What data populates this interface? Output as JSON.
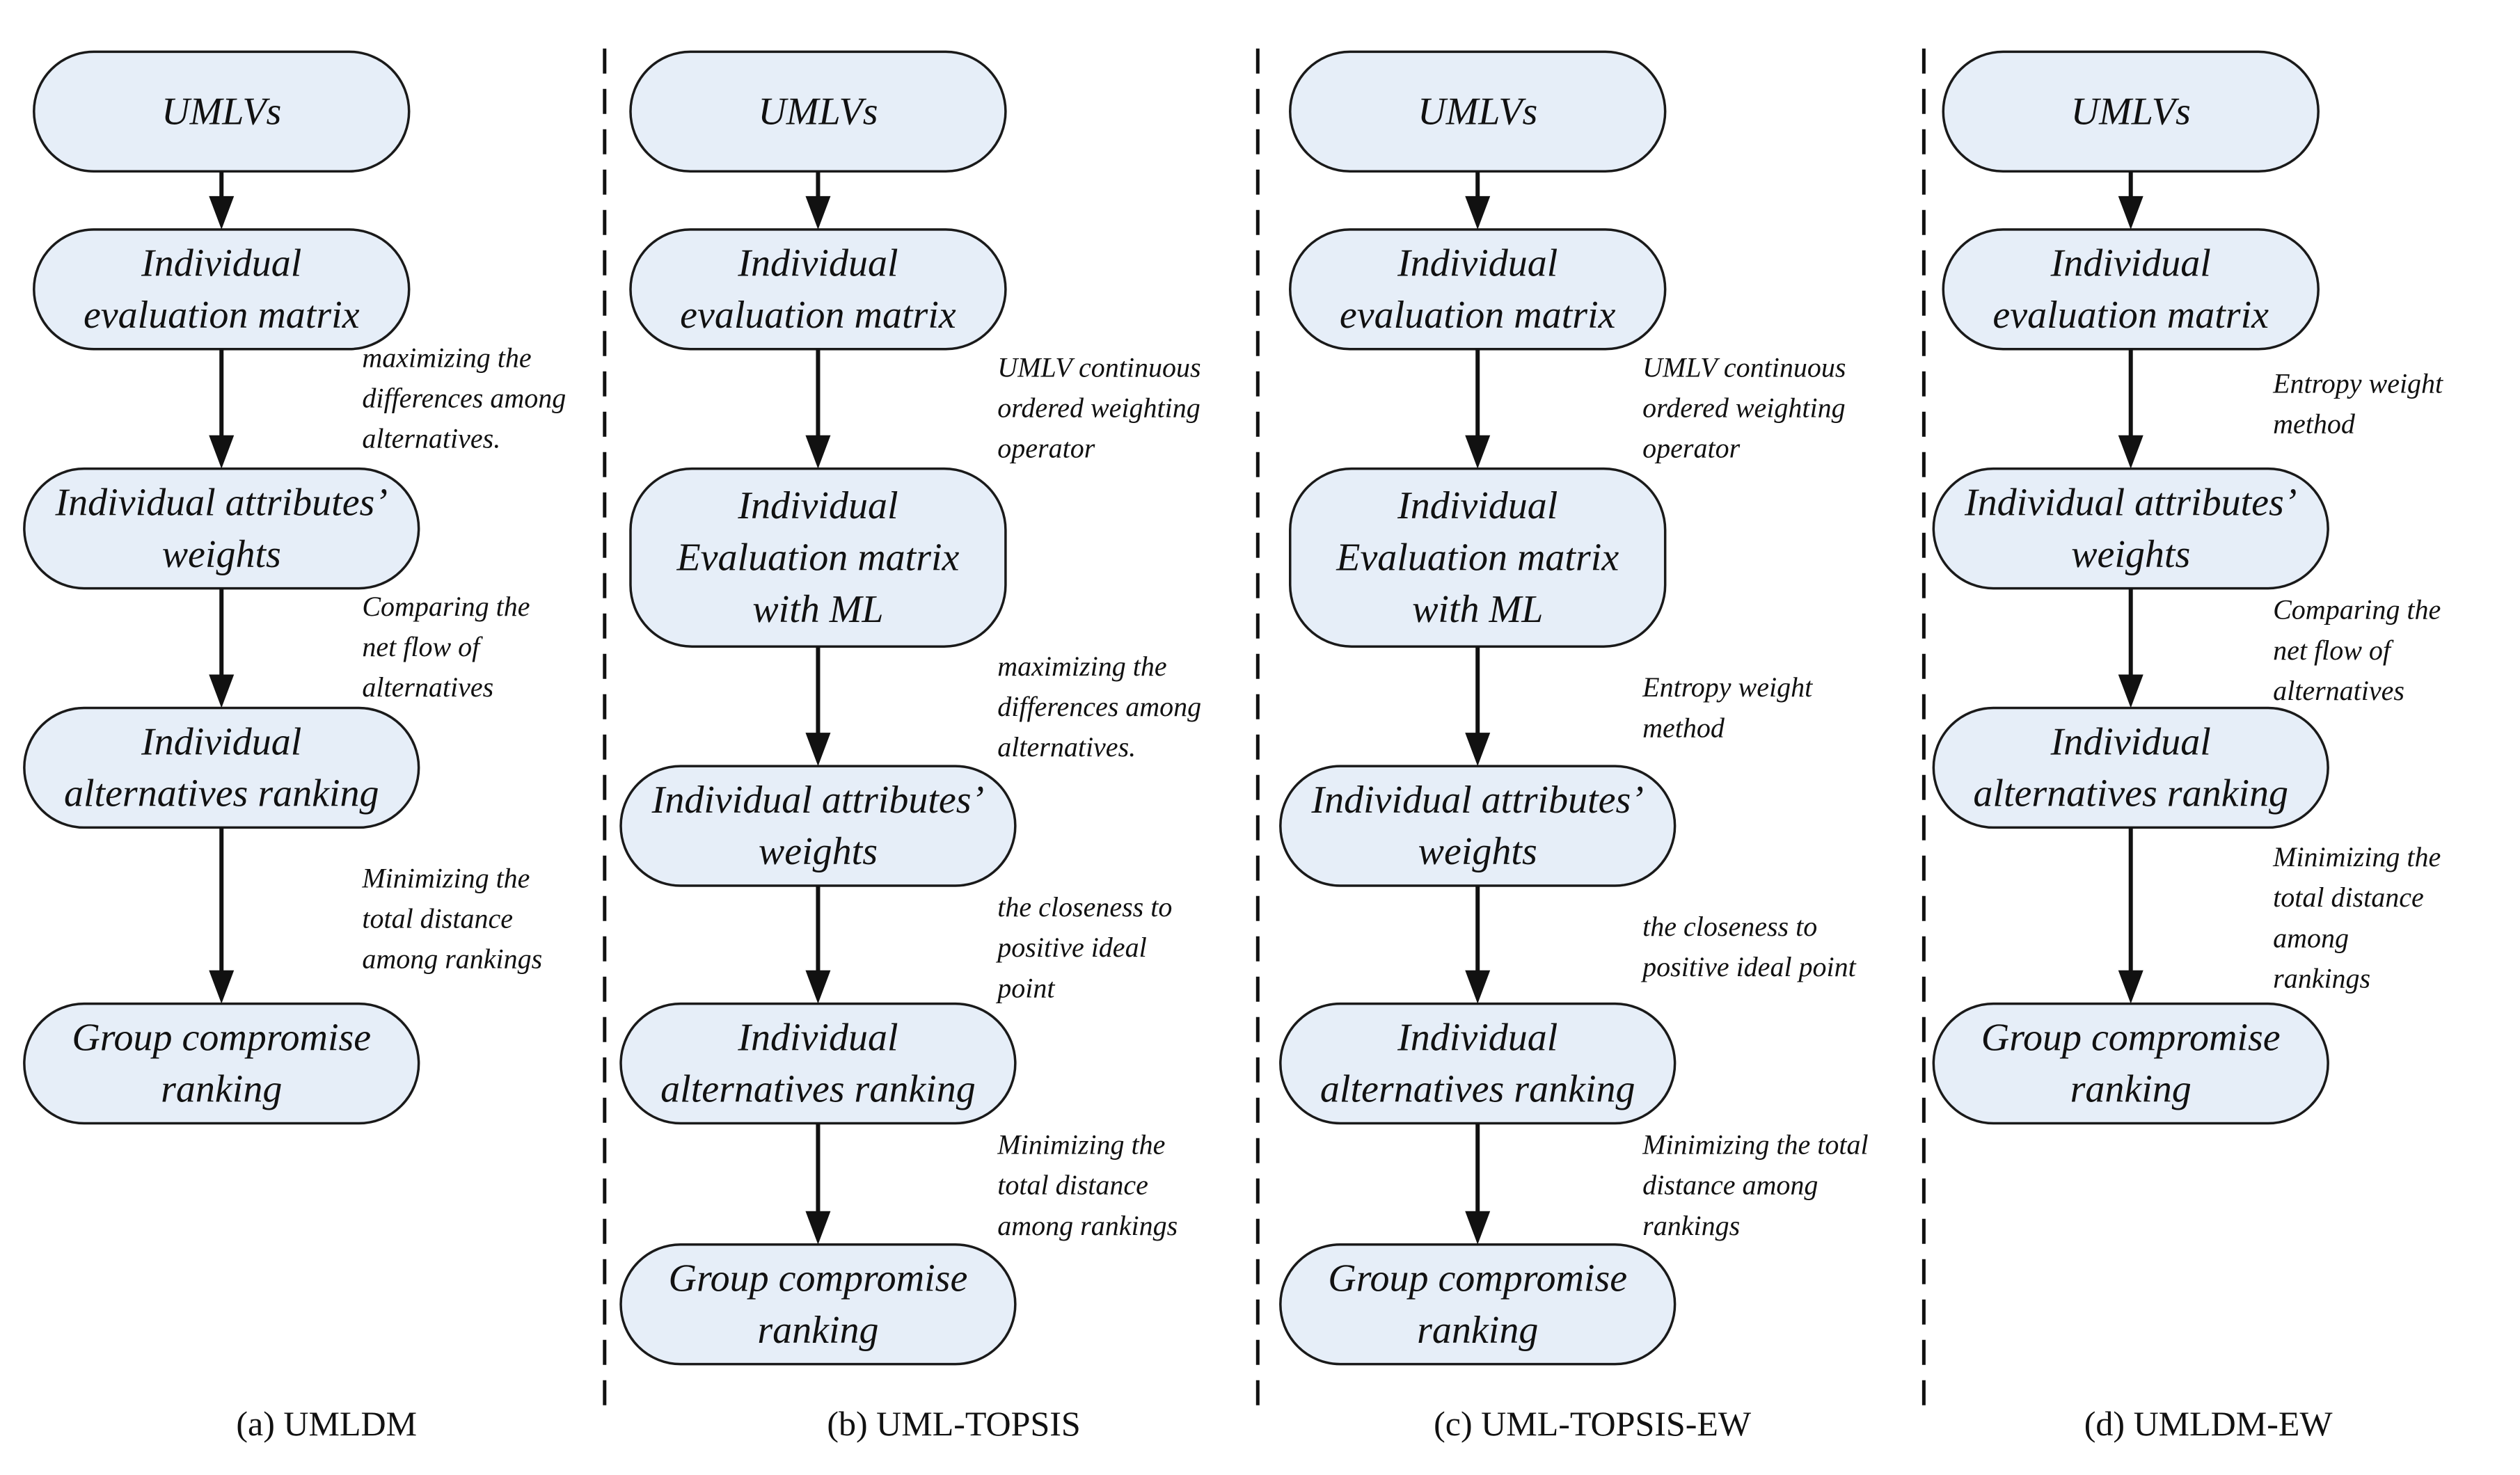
{
  "colors": {
    "node_fill": "#e6eef8",
    "stroke": "#1a1a1a"
  },
  "columns": [
    {
      "id": "a",
      "caption": "(a) UMLDM",
      "nodes": [
        [
          "UMLVs"
        ],
        [
          "Individual",
          "evaluation matrix"
        ],
        [
          "Individual attributes’",
          "weights"
        ],
        [
          "Individual",
          "alternatives ranking"
        ],
        [
          "Group compromise",
          "ranking"
        ]
      ],
      "annotations": [
        [
          "maximizing the",
          "differences among",
          "alternatives."
        ],
        [
          "Comparing the",
          "net flow of",
          "alternatives"
        ],
        [
          "Minimizing the",
          "total distance",
          "among  rankings"
        ]
      ]
    },
    {
      "id": "b",
      "caption": "(b) UML-TOPSIS",
      "nodes": [
        [
          "UMLVs"
        ],
        [
          "Individual",
          "evaluation matrix"
        ],
        [
          "Individual",
          "Evaluation matrix",
          "with ML"
        ],
        [
          "Individual attributes’",
          "weights"
        ],
        [
          "Individual",
          "alternatives ranking"
        ],
        [
          "Group compromise",
          "ranking"
        ]
      ],
      "annotations": [
        [
          "UMLV continuous",
          "ordered weighting",
          "operator"
        ],
        [
          "maximizing the",
          "differences among",
          "alternatives."
        ],
        [
          "the closeness to",
          "positive ideal",
          "point"
        ],
        [
          "Minimizing the",
          "total distance",
          "among rankings"
        ]
      ]
    },
    {
      "id": "c",
      "caption": "(c) UML-TOPSIS-EW",
      "nodes": [
        [
          "UMLVs"
        ],
        [
          "Individual",
          "evaluation matrix"
        ],
        [
          "Individual",
          "Evaluation matrix",
          "with ML"
        ],
        [
          "Individual attributes’",
          "weights"
        ],
        [
          "Individual",
          "alternatives ranking"
        ],
        [
          "Group compromise",
          "ranking"
        ]
      ],
      "annotations": [
        [
          "UMLV continuous",
          "ordered weighting",
          "operator"
        ],
        [
          "Entropy weight",
          "method"
        ],
        [
          "the closeness to",
          "positive ideal point"
        ],
        [
          "Minimizing the total",
          "distance among",
          "rankings"
        ]
      ]
    },
    {
      "id": "d",
      "caption": "(d) UMLDM-EW",
      "nodes": [
        [
          "UMLVs"
        ],
        [
          "Individual",
          "evaluation matrix"
        ],
        [
          "Individual attributes’",
          "weights"
        ],
        [
          "Individual",
          "alternatives ranking"
        ],
        [
          "Group compromise",
          "ranking"
        ]
      ],
      "annotations": [
        [
          "Entropy weight",
          "method"
        ],
        [
          "Comparing the",
          "net flow of",
          "alternatives"
        ],
        [
          "Minimizing the",
          "total distance",
          "among",
          "rankings"
        ]
      ]
    }
  ]
}
